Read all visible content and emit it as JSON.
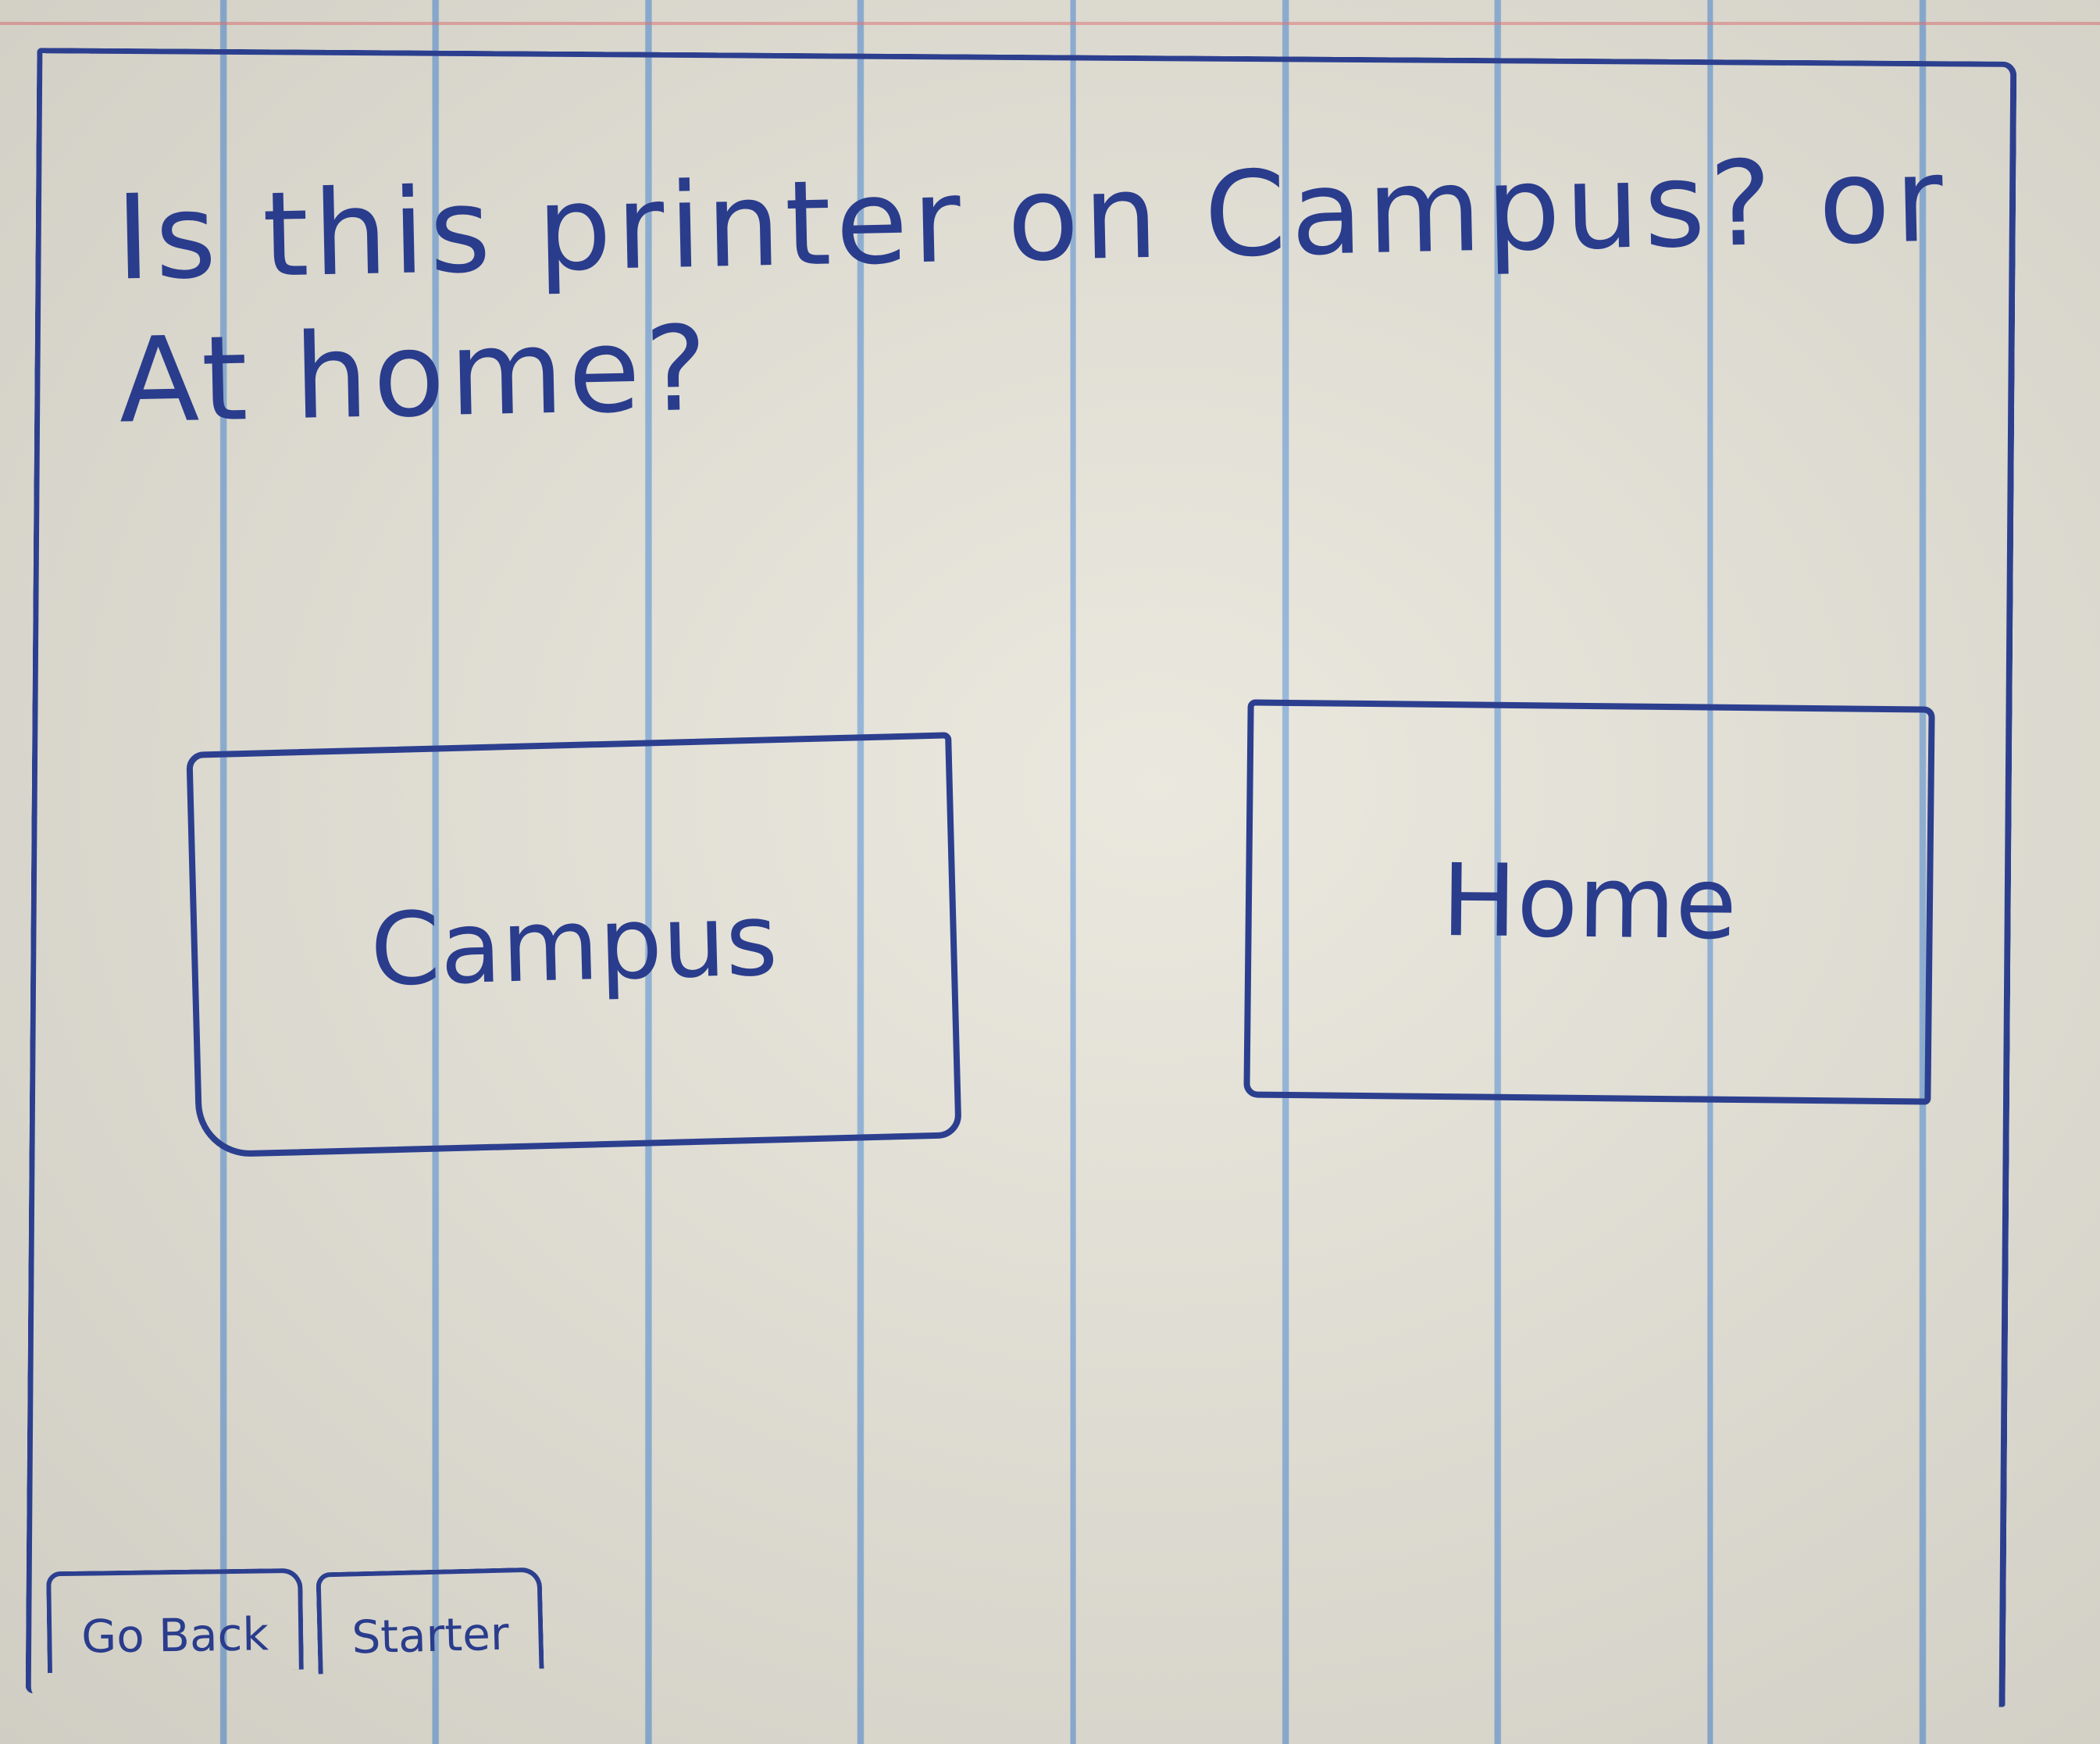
{
  "prompt": {
    "text": "Is this printer on Campus? or At home?"
  },
  "choices": {
    "campus_label": "Campus",
    "home_label": "Home"
  },
  "tabs": [
    {
      "label": "Go Back"
    },
    {
      "label": "Starter"
    }
  ],
  "colors": {
    "ink": "#2a3c8c",
    "paper": "#e8e5da",
    "rule_line": "#6ea0d7",
    "margin_line": "#e67878"
  }
}
